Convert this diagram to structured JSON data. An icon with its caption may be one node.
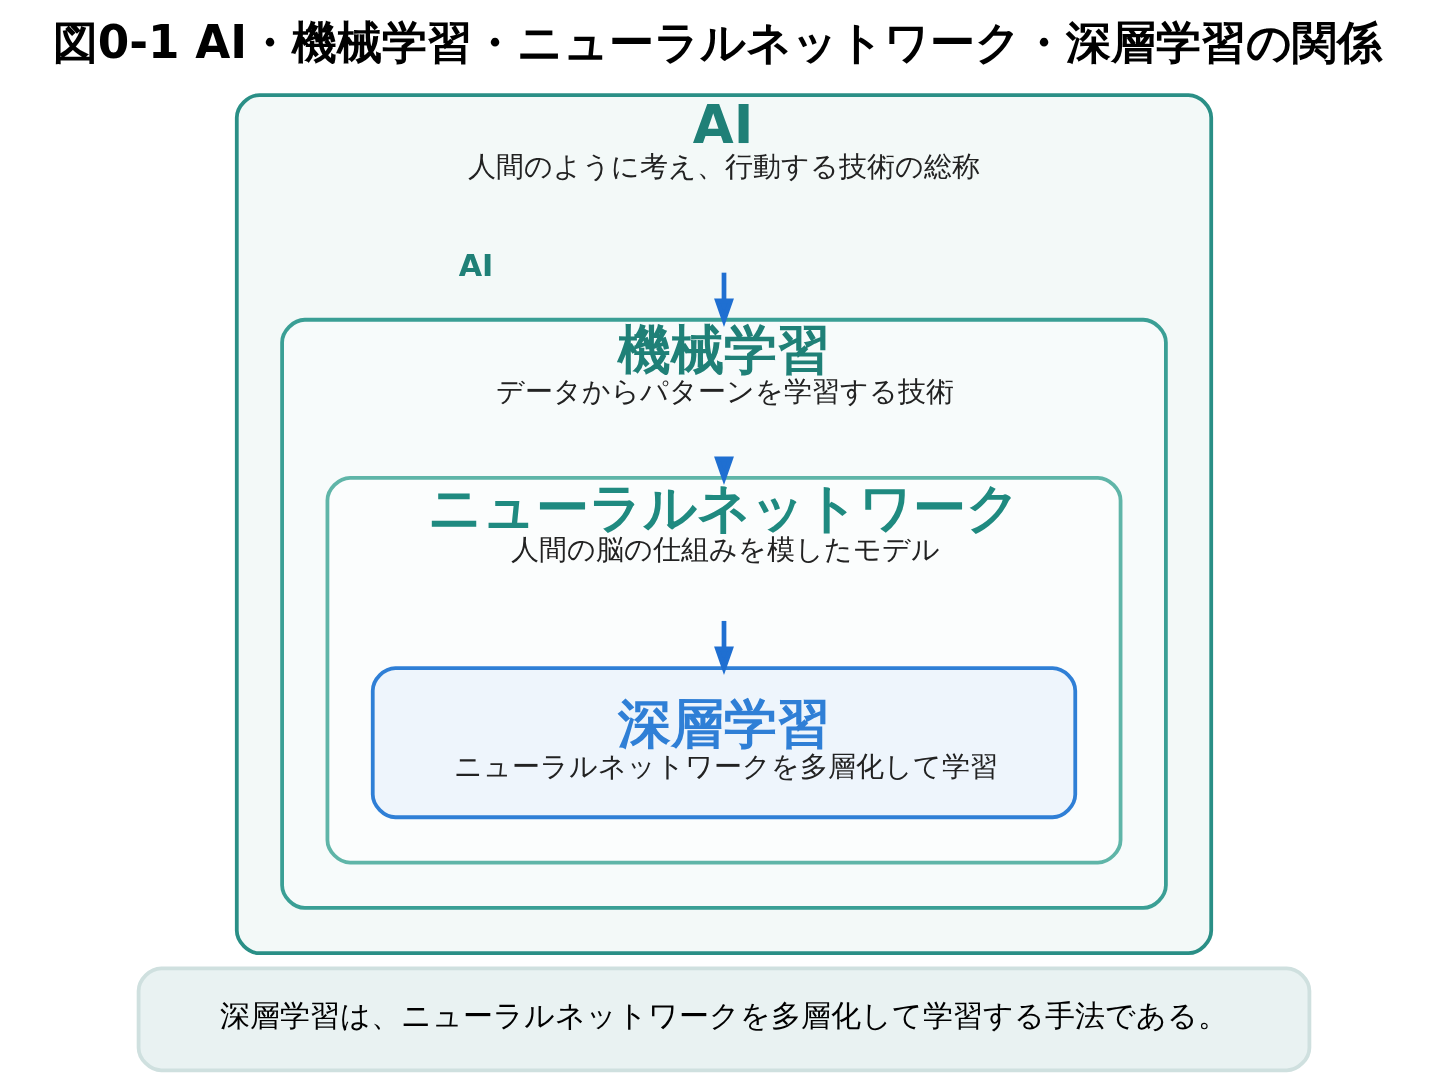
{
  "diagram": {
    "title": "図0-1 AI・機械学習・ニューラルネットワーク・深層学習の関係",
    "nodes": [
      {
        "text": [
          "AI",
          "人間のように考え、行動する技術の総称"
        ]
      },
      {
        "text": [
          "機械学習",
          "データからパターンを学習する技術"
        ],
        "in": 0
      },
      {
        "text": [
          "ニューラルネットワーク",
          "人間の脳の仕組みを模したモデル"
        ],
        "in": 1
      },
      {
        "text": [
          "深層学習",
          "ニューラルネットワークを多層化して学習"
        ],
        "in": 2
      },
      {
        "text": [
          "深層学習は、ニューラルネットワークを多層化して学習する手法である。"
        ]
      }
    ],
    "edges": [
      {
        "from": 0,
        "to": 1,
        "arrow": "to"
      },
      {
        "from": 1,
        "to": 2,
        "arrow": "to"
      },
      {
        "from": 2,
        "to": 3,
        "arrow": "to"
      }
    ],
    "labels": [
      "AI"
    ]
  }
}
